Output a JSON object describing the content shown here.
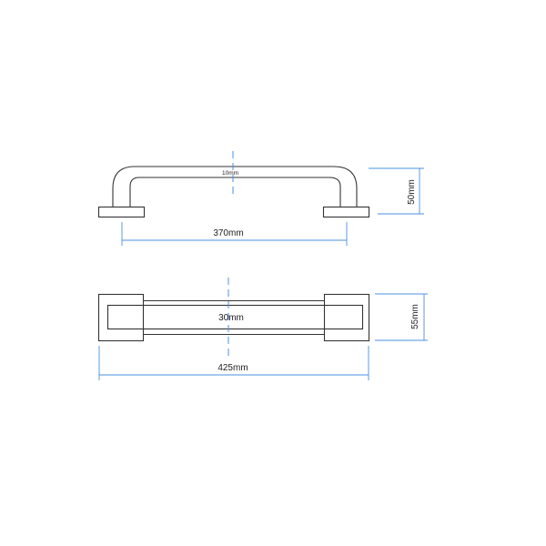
{
  "colors": {
    "outline": "#333333",
    "dimension": "#4a90e2",
    "text": "#222222",
    "background": "#ffffff"
  },
  "side_view": {
    "bar_diameter_label": "10mm",
    "centers_label": "370mm",
    "height_label": "50mm"
  },
  "top_view": {
    "bar_width_label": "30mm",
    "overall_length_label": "425mm",
    "plate_height_label": "55mm"
  }
}
